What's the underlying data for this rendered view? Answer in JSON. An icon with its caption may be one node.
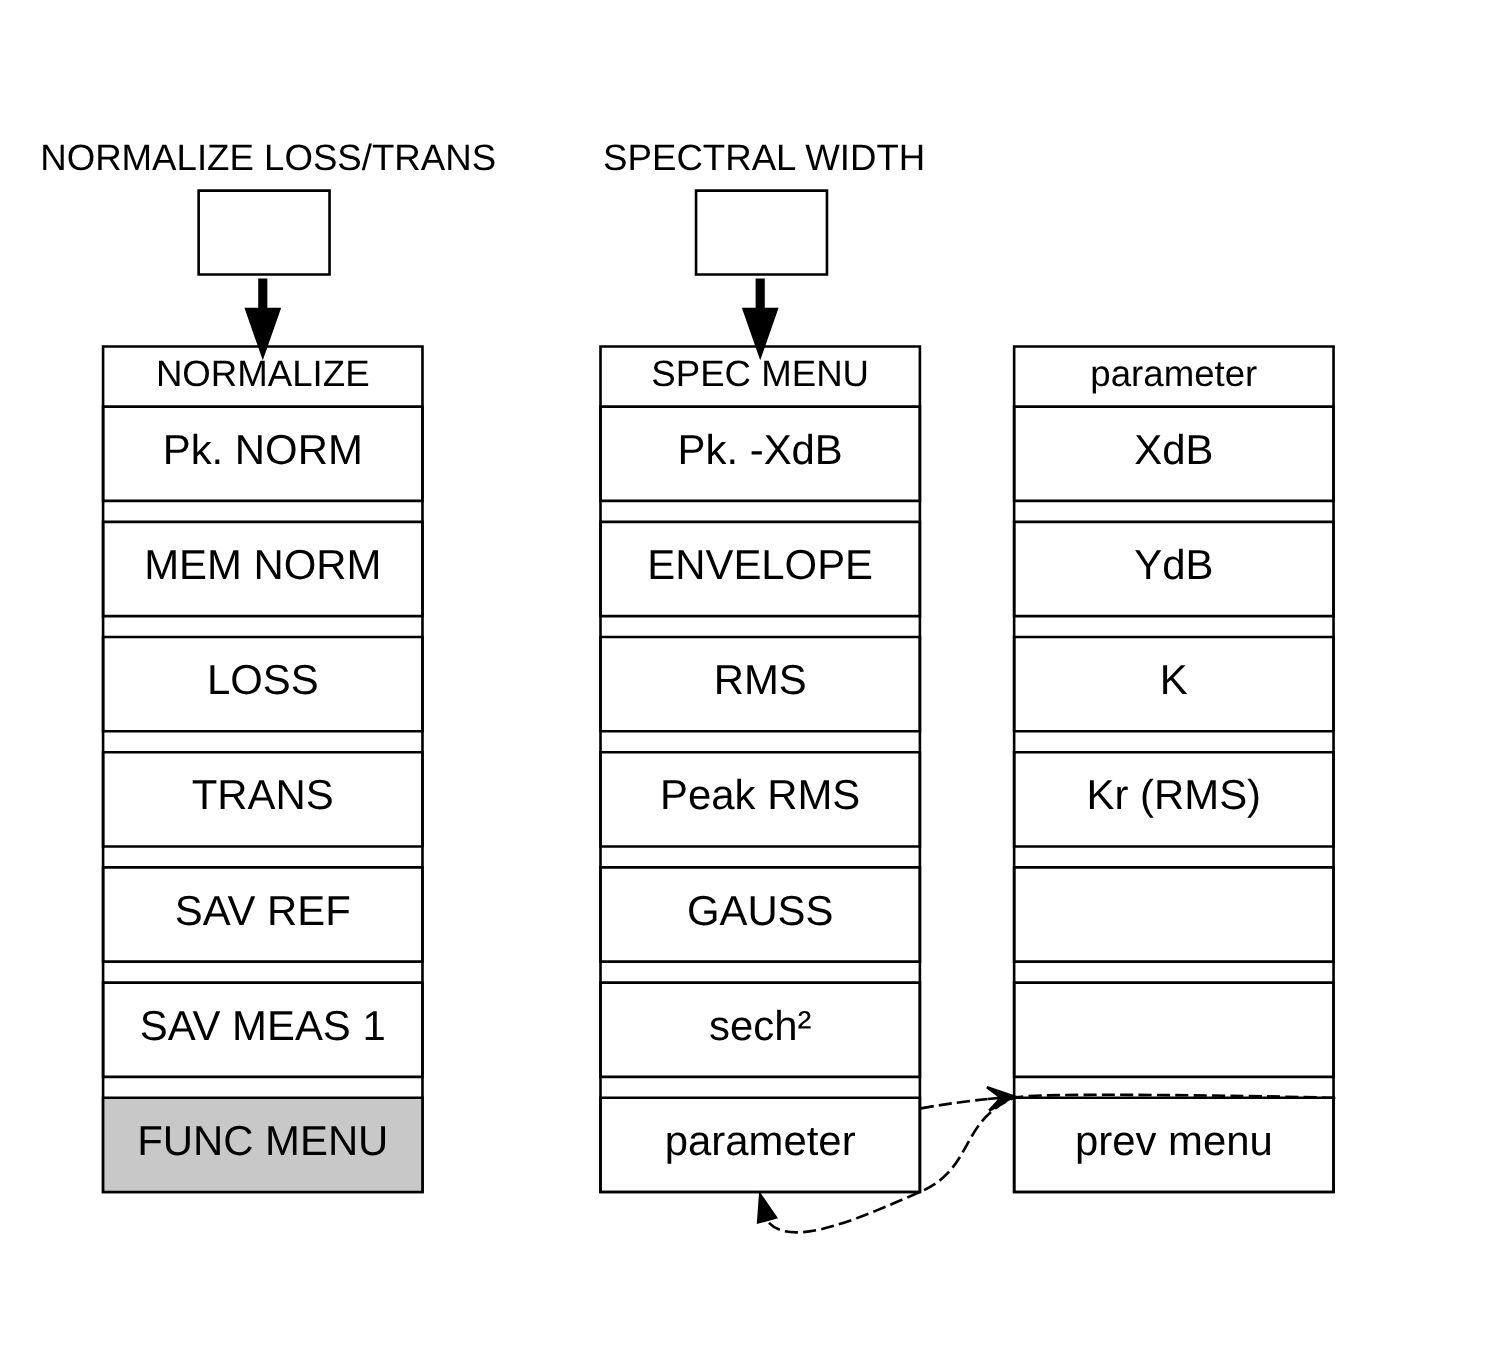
{
  "diagram": {
    "nodes": [
      {
        "text": [
          "NORMALIZE LOSS/TRANS"
        ]
      },
      {
        "text": [
          "NORMALIZE"
        ]
      },
      {
        "text": [
          "Pk. NORM"
        ],
        "in": 1
      },
      {
        "text": [
          "MEM NORM"
        ],
        "in": 1
      },
      {
        "text": [
          "LOSS"
        ],
        "in": 1
      },
      {
        "text": [
          "TRANS"
        ],
        "in": 1
      },
      {
        "text": [
          "SAV REF"
        ],
        "in": 1
      },
      {
        "text": [
          "SAV MEAS 1"
        ],
        "in": 1
      },
      {
        "text": [
          "FUNC MENU"
        ],
        "in": 1
      },
      {
        "text": [
          "SPECTRAL WIDTH"
        ]
      },
      {
        "text": [
          "SPEC MENU"
        ]
      },
      {
        "text": [
          "Pk. -XdB"
        ],
        "in": 10
      },
      {
        "text": [
          "ENVELOPE"
        ],
        "in": 10
      },
      {
        "text": [
          "RMS"
        ],
        "in": 10
      },
      {
        "text": [
          "Peak RMS"
        ],
        "in": 10
      },
      {
        "text": [
          "GAUSS"
        ],
        "in": 10
      },
      {
        "text": [
          "sech²"
        ],
        "in": 10
      },
      {
        "text": [
          "parameter"
        ],
        "in": 10
      },
      {
        "text": [
          "parameter"
        ]
      },
      {
        "text": [
          "XdB"
        ],
        "in": 18
      },
      {
        "text": [
          "YdB"
        ],
        "in": 18
      },
      {
        "text": [
          "K"
        ],
        "in": 18
      },
      {
        "text": [
          "Kr (RMS)"
        ],
        "in": 18
      },
      {
        "text": [],
        "shape": "box",
        "in": 18
      },
      {
        "text": [],
        "shape": "box",
        "in": 18
      },
      {
        "text": [
          "prev menu"
        ],
        "in": 18
      }
    ],
    "edges": [
      {
        "from": 0,
        "to": 1,
        "arrow": "to",
        "style": "thick"
      },
      {
        "from": 9,
        "to": 10,
        "arrow": "to",
        "style": "thick"
      },
      {
        "from": 17,
        "to": 18,
        "arrow": "to",
        "style": "dashed"
      },
      {
        "from": 25,
        "to": 17,
        "arrow": "to",
        "style": "dashed"
      }
    ]
  }
}
